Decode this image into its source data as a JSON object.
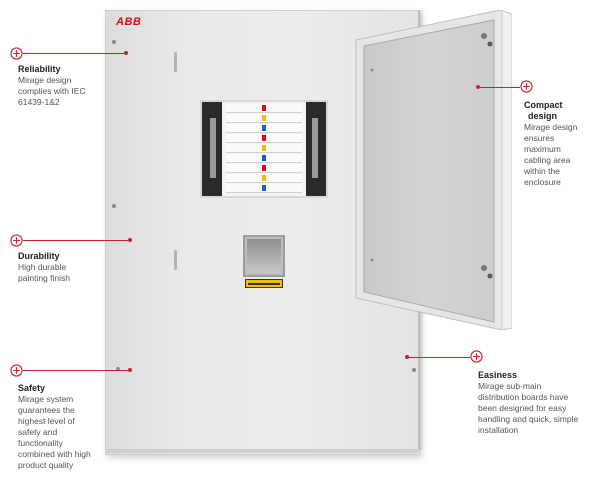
{
  "brand": {
    "logo_text": "ABB",
    "color": "#e30613"
  },
  "accent_color": "#c8232c",
  "annotations": {
    "reliability": {
      "title": "Reliability",
      "lines": [
        "Mirage design",
        "complies with IEC",
        "61439-1&2"
      ]
    },
    "durability": {
      "title": "Durability",
      "lines": [
        "High durable",
        "painting finish"
      ]
    },
    "safety": {
      "title": "Safety",
      "lines": [
        "Mirage system",
        "guarantees the",
        "highest level of",
        "safety and",
        "functionality",
        "combined with high",
        "product quality"
      ]
    },
    "compact_design": {
      "title_lines": [
        "Compact",
        "design"
      ],
      "lines": [
        "Mirage design",
        "ensures",
        "maximum",
        "cabling area",
        "within the",
        "enclosure"
      ]
    },
    "easiness": {
      "title": "Easiness",
      "lines": [
        "Mirage sub-main",
        "distribution boards have",
        "been designed for easy",
        "handling and quick, simple",
        "installation"
      ]
    }
  },
  "icons": {
    "annotation_marker": "circle-plus-icon"
  }
}
